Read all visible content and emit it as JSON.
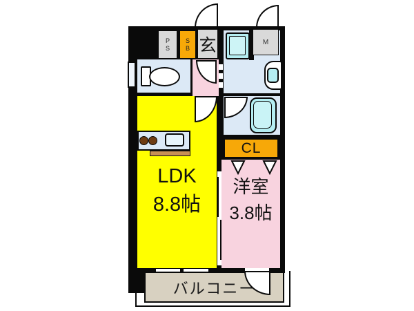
{
  "plan": {
    "title": "1LDK apartment floor plan",
    "labels": {
      "ps": "P\nS",
      "sb": "S\nB",
      "genkan": "玄",
      "meter": "M",
      "closet": "CL",
      "ldk": "LDK\n8.8帖",
      "western_room": "洋室\n3.8帖",
      "balcony": "バルコニー"
    },
    "colors": {
      "wall": "#0a0a0a",
      "ldk_yellow": "#ffff00",
      "room_pink": "#f8d3df",
      "water_room_blue": "#dce9f6",
      "fixture_cyan": "#b5eef2",
      "accent_orange": "#f7a808",
      "box_gray": "#d9d9d9",
      "balcony_beige": "#d8d1c1",
      "counter_edge_tan": "#c89055"
    }
  }
}
